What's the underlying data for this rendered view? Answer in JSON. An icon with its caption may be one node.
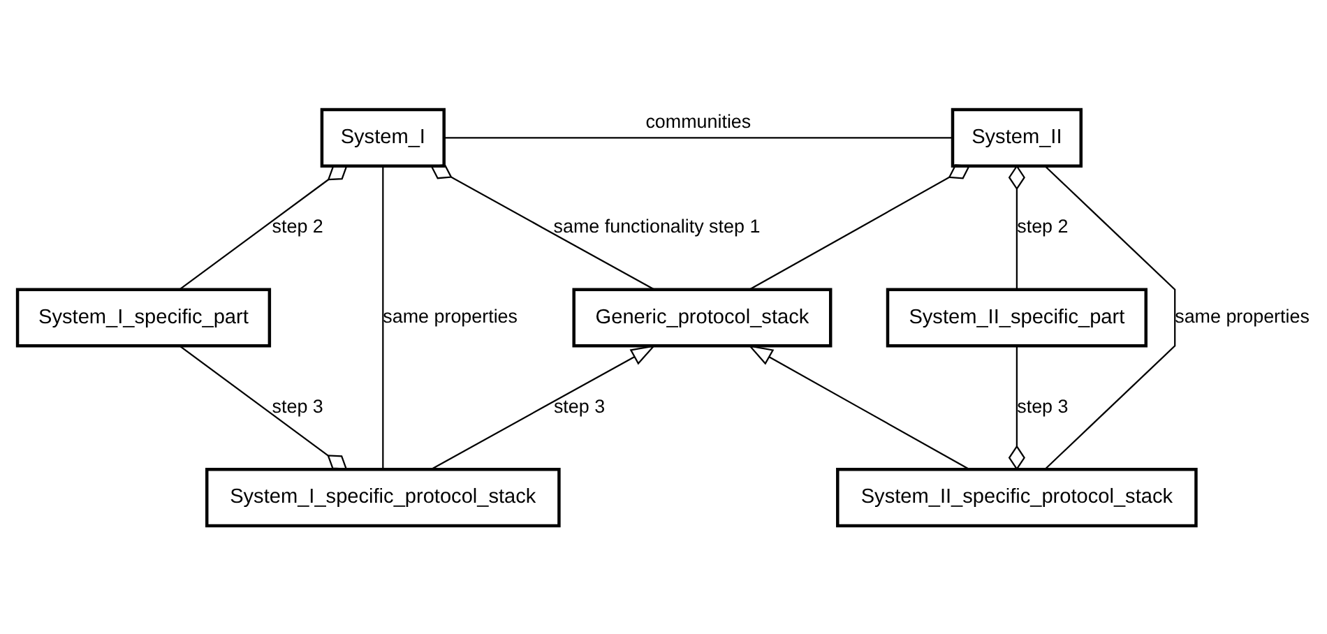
{
  "diagram": {
    "nodes": [
      {
        "text": [
          "System_I"
        ]
      },
      {
        "text": [
          "System_II"
        ]
      },
      {
        "text": [
          "System_I_specific_part"
        ]
      },
      {
        "text": [
          "Generic_protocol_stack"
        ]
      },
      {
        "text": [
          "System_II_specific_part"
        ]
      },
      {
        "text": [
          "System_I_specific_protocol_stack"
        ]
      },
      {
        "text": [
          "System_II_specific_protocol_stack"
        ]
      }
    ],
    "edges": [
      {
        "from": 0,
        "to": 1,
        "arrow": "none",
        "label": "communities"
      },
      {
        "from": 0,
        "to": 5,
        "arrow": "none",
        "label": "same properties"
      },
      {
        "from": 1,
        "to": 6,
        "arrow": "none",
        "label": "same properties"
      },
      {
        "from": 0,
        "to": 2,
        "arrow": "other",
        "label": "step 2"
      },
      {
        "from": 0,
        "to": 3,
        "arrow": "other",
        "label": "same functionality step 1"
      },
      {
        "from": 1,
        "to": 3,
        "arrow": "other"
      },
      {
        "from": 1,
        "to": 4,
        "arrow": "other",
        "label": "step 2"
      },
      {
        "from": 5,
        "to": 2,
        "arrow": "other",
        "label": "step 3"
      },
      {
        "from": 5,
        "to": 3,
        "arrow": "to",
        "label": "step 3"
      },
      {
        "from": 6,
        "to": 3,
        "arrow": "to"
      },
      {
        "from": 6,
        "to": 4,
        "arrow": "other",
        "label": "step 3"
      }
    ]
  }
}
